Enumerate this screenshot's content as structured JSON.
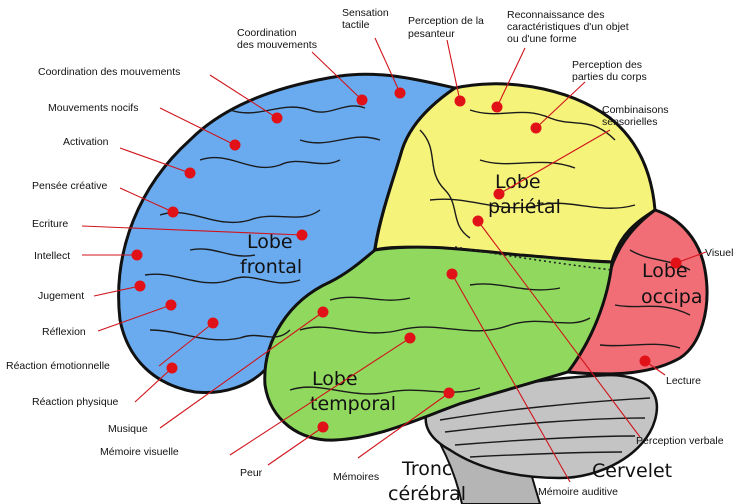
{
  "lobes": {
    "frontal": [
      "Lobe",
      "frontal"
    ],
    "parietal": [
      "Lobe",
      "pariétal"
    ],
    "occipital": [
      "Lobe",
      "occipa"
    ],
    "temporal": [
      "Lobe",
      "temporal"
    ],
    "tronc": [
      "Tronc",
      "cérébral"
    ],
    "cervelet": "Cervelet"
  },
  "functions": {
    "coordination_top": [
      "Coordination",
      "des mouvements"
    ],
    "sensation_tactile": [
      "Sensation",
      "tactile"
    ],
    "perception_pesanteur": [
      "Perception de la",
      "pesanteur"
    ],
    "reconnaissance": [
      "Reconnaissance des",
      "caractéristiques d'un objet",
      "ou d'une forme"
    ],
    "perception_parties": [
      "Perception des",
      "parties du corps"
    ],
    "combinaisons": [
      "Combinaisons",
      "sensorielles"
    ],
    "coordination_left": "Coordination des mouvements",
    "mouvements_nocifs": "Mouvements nocifs",
    "activation": "Activation",
    "pensee_creative": "Pensée créative",
    "ecriture": "Ecriture",
    "intellect": "Intellect",
    "jugement": "Jugement",
    "reflexion": "Réflexion",
    "reaction_emotionnelle": "Réaction émotionnelle",
    "reaction_physique": "Réaction physique",
    "musique": "Musique",
    "memoire_visuelle": "Mémoire visuelle",
    "peur": "Peur",
    "memoires": "Mémoires",
    "memoire_auditive": "Mémoire auditive",
    "perception_verbale": "Perception verbale",
    "lecture": "Lecture",
    "visuel": "Visuel"
  },
  "colors": {
    "frontal": "#6aabf0",
    "parietal": "#f6f37a",
    "occipital": "#f16e77",
    "temporal": "#90d95e",
    "cerebellum": "#c4c4c4",
    "brainstem": "#b5b5b5",
    "marker": "#e01218"
  }
}
